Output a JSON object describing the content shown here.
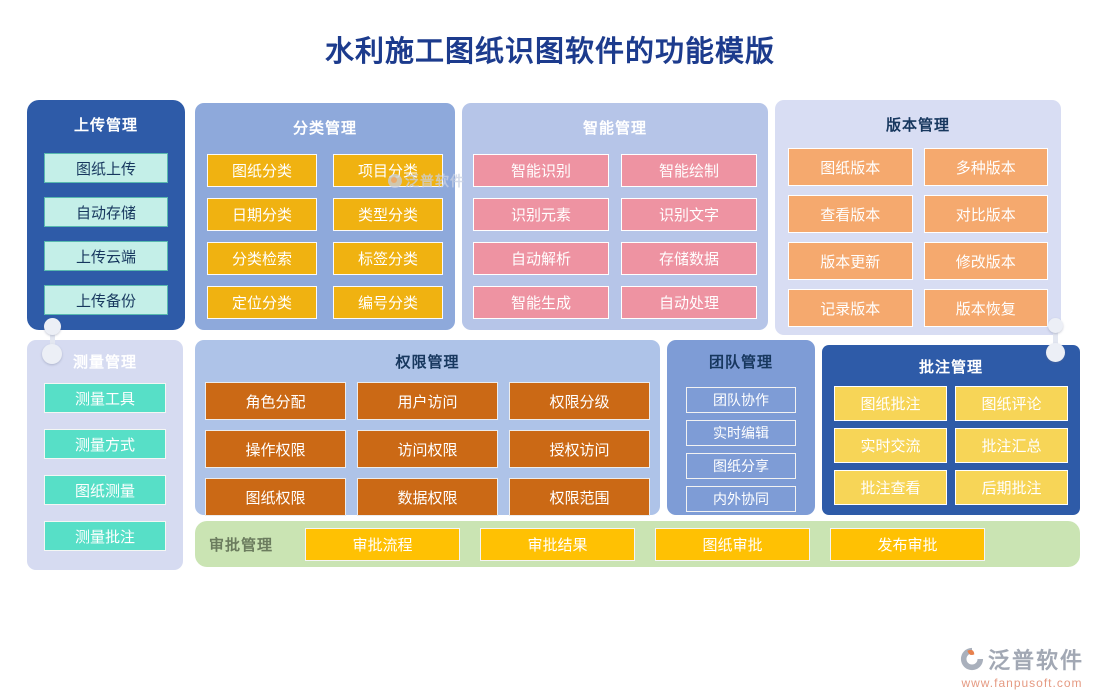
{
  "title": "水利施工图纸识图软件的功能模版",
  "panels": {
    "upload": {
      "title": "上传管理",
      "items": [
        "图纸上传",
        "自动存储",
        "上传云端",
        "上传备份"
      ]
    },
    "classify": {
      "title": "分类管理",
      "items": [
        "图纸分类",
        "项目分类",
        "日期分类",
        "类型分类",
        "分类检索",
        "标签分类",
        "定位分类",
        "编号分类"
      ]
    },
    "smart": {
      "title": "智能管理",
      "items": [
        "智能识别",
        "智能绘制",
        "识别元素",
        "识别文字",
        "自动解析",
        "存储数据",
        "智能生成",
        "自动处理"
      ]
    },
    "version": {
      "title": "版本管理",
      "items": [
        "图纸版本",
        "多种版本",
        "查看版本",
        "对比版本",
        "版本更新",
        "修改版本",
        "记录版本",
        "版本恢复"
      ]
    },
    "measure": {
      "title": "测量管理",
      "items": [
        "测量工具",
        "测量方式",
        "图纸测量",
        "测量批注"
      ]
    },
    "permission": {
      "title": "权限管理",
      "items": [
        "角色分配",
        "用户访问",
        "权限分级",
        "操作权限",
        "访问权限",
        "授权访问",
        "图纸权限",
        "数据权限",
        "权限范围"
      ]
    },
    "team": {
      "title": "团队管理",
      "items": [
        "团队协作",
        "实时编辑",
        "图纸分享",
        "内外协同"
      ]
    },
    "annotation": {
      "title": "批注管理",
      "items": [
        "图纸批注",
        "图纸评论",
        "实时交流",
        "批注汇总",
        "批注查看",
        "后期批注"
      ]
    },
    "approval": {
      "title": "审批管理",
      "items": [
        "审批流程",
        "审批结果",
        "图纸审批",
        "发布审批"
      ]
    }
  },
  "watermark": {
    "text": "泛普软件"
  },
  "footer": {
    "brand": "泛普软件",
    "url": "www.fanpusoft.com"
  },
  "colors": {
    "title_navy": "#1c3b8d",
    "dark_blue_panel": "#2e5ba8",
    "classify_panel": "#8ea9db",
    "smart_panel": "#b6c5e8",
    "version_panel": "#d8ddf3",
    "measure_panel": "#d6dbf1",
    "permission_panel": "#aec3e8",
    "team_panel": "#7e9cd6",
    "approval_bar": "#cae4b3",
    "btn_teal_light": "#c4efe8",
    "btn_teal": "#57dfc7",
    "btn_gold": "#f0b211",
    "btn_pink": "#ee93a2",
    "btn_orange": "#f5a96e",
    "btn_rust": "#cb6915",
    "btn_yellow": "#f7d557",
    "btn_amber": "#ffc103",
    "brand_gray": "#a2a8b4",
    "brand_salmon": "#e59a82"
  }
}
